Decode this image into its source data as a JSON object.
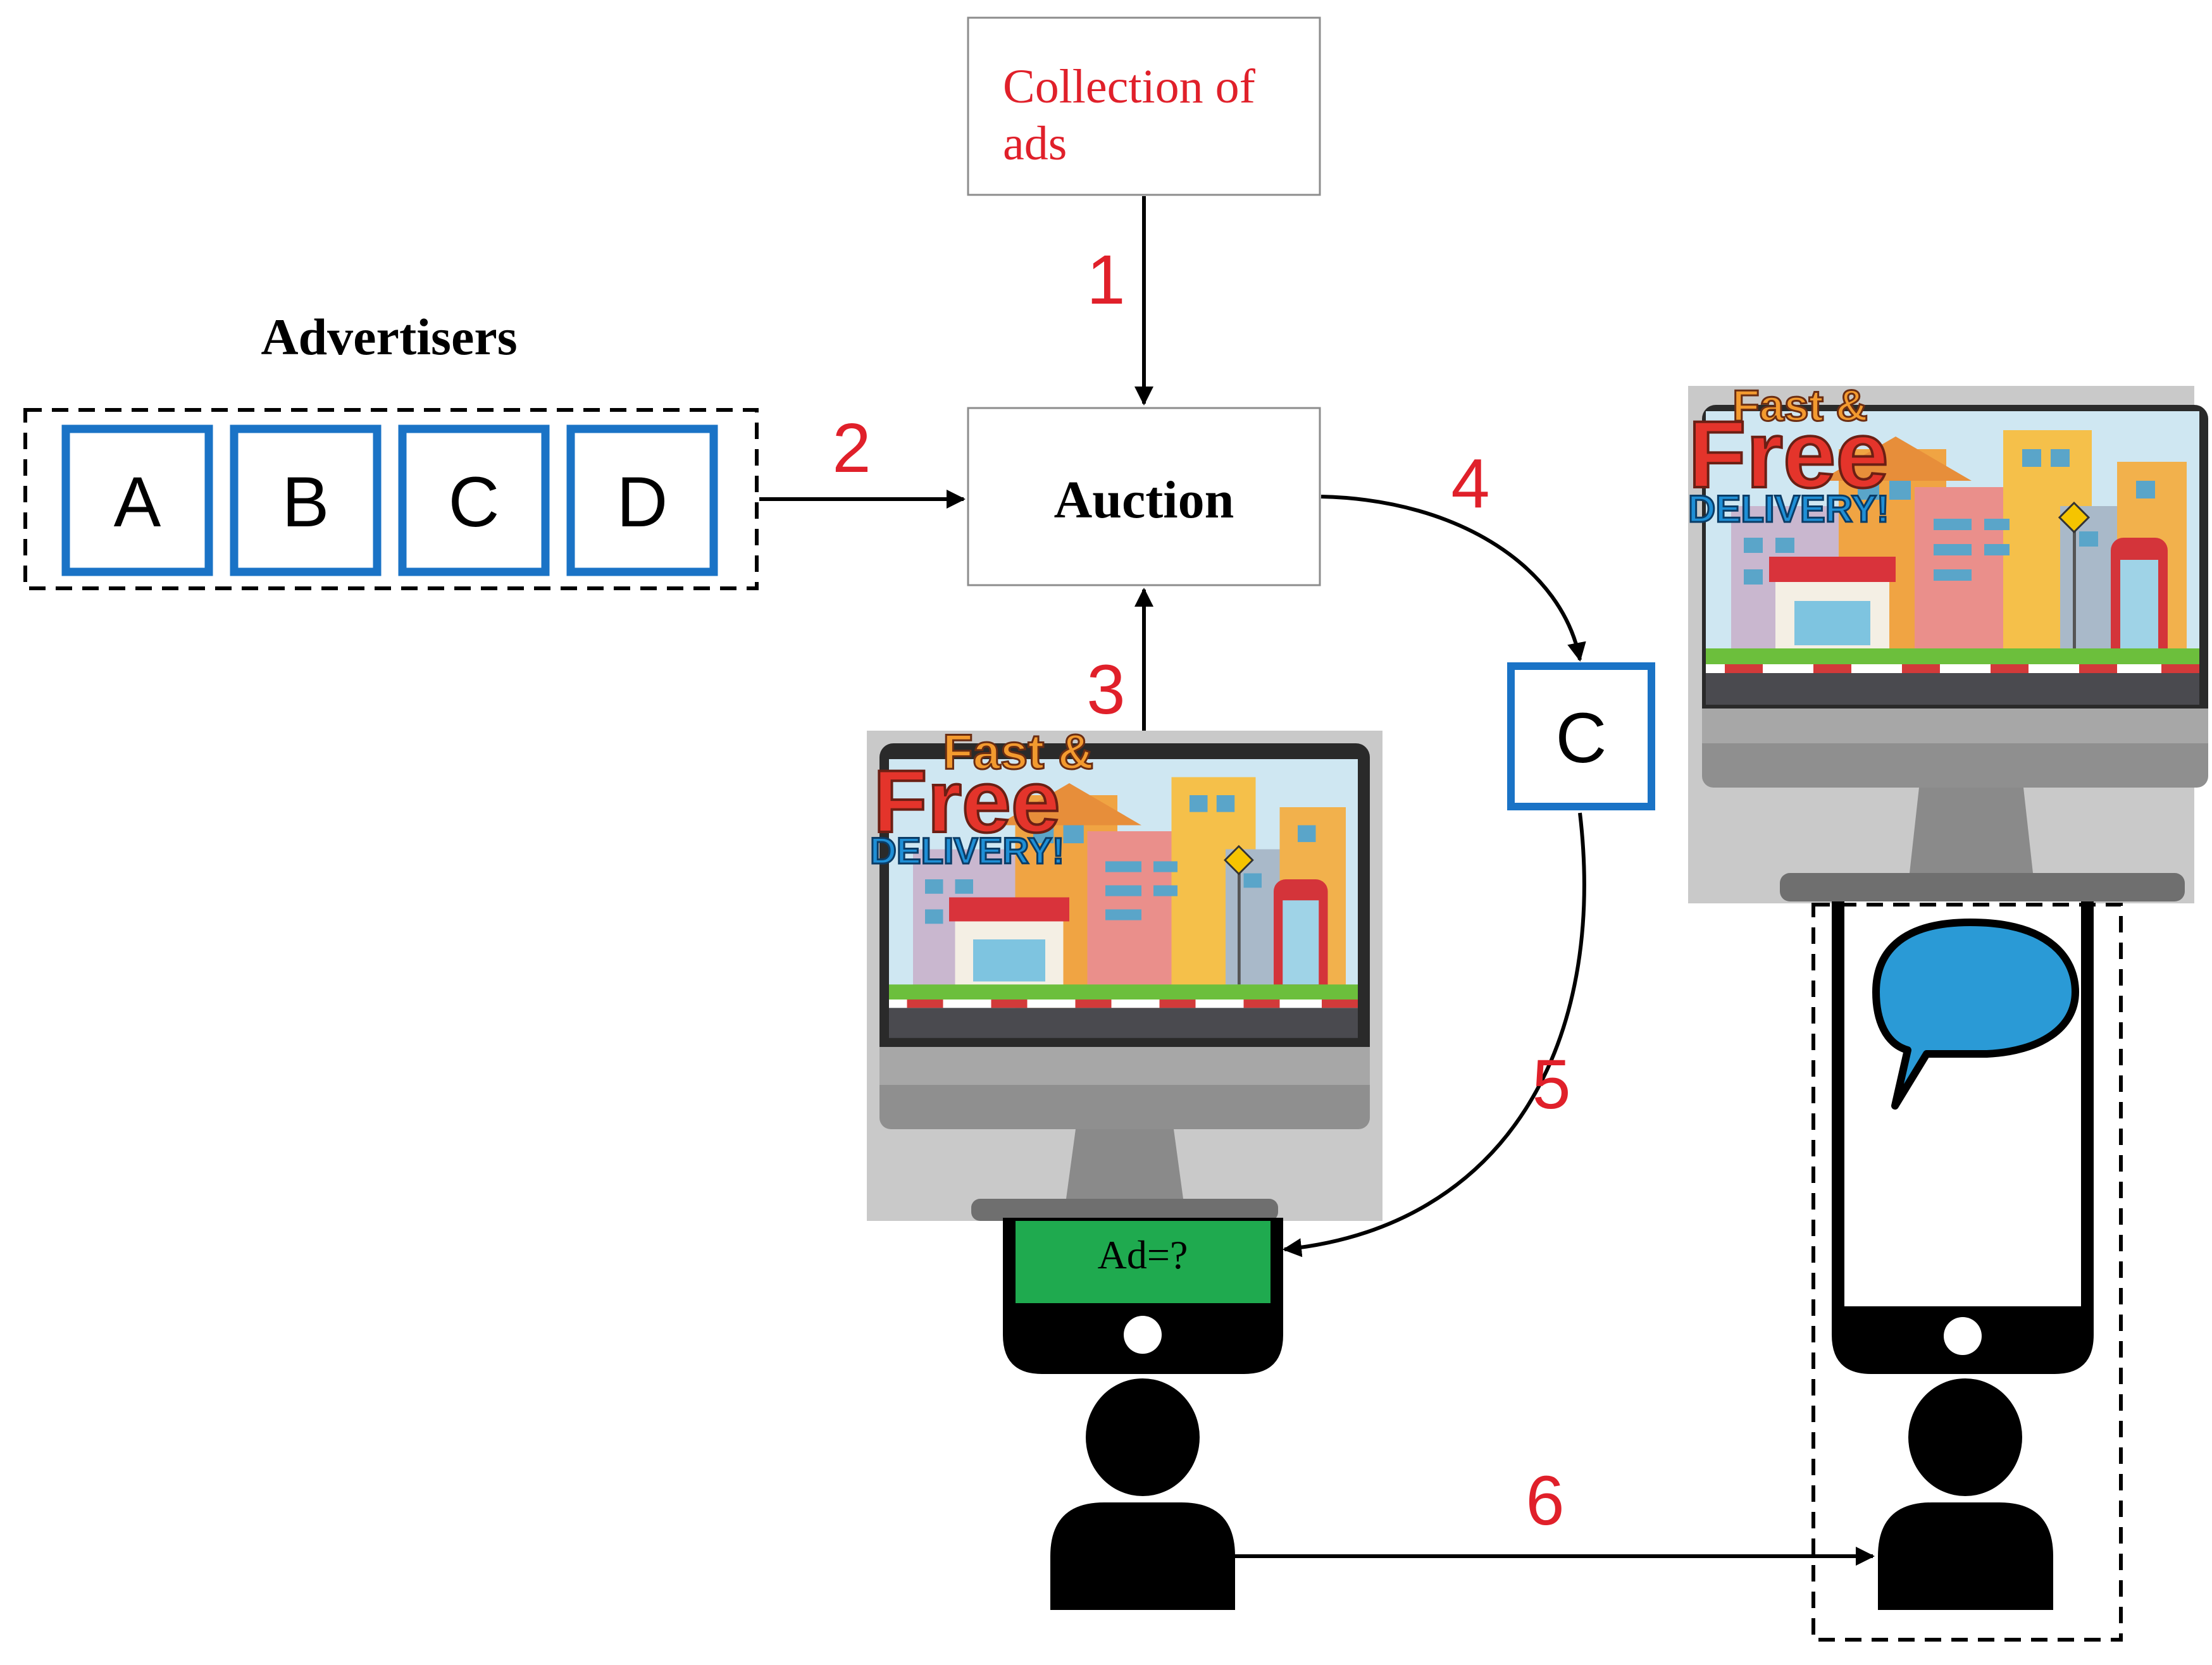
{
  "colors": {
    "step_number": "#e0202a",
    "ads_text": "#e0202a",
    "advertiser_border": "#1a73c6",
    "selected_ad_border": "#1a73c6",
    "phone_screen_green": "#1faa4f",
    "speech_bubble": "#2a9ad6",
    "arrow": "#000000"
  },
  "collection_box": {
    "label_line1": "Collection of",
    "label_line2": "ads"
  },
  "advertisers": {
    "title": "Advertisers",
    "items": [
      {
        "label": "A"
      },
      {
        "label": "B"
      },
      {
        "label": "C"
      },
      {
        "label": "D"
      }
    ]
  },
  "auction_box": {
    "label": "Auction"
  },
  "selected_ad": {
    "label": "C"
  },
  "phone_left": {
    "screen_text": "Ad=?"
  },
  "monitor_ad": {
    "line1": "Fast &",
    "line2": "Free",
    "line3": "DELIVERY!"
  },
  "steps": [
    "1",
    "2",
    "3",
    "4",
    "5",
    "6"
  ],
  "icons": [
    "monitor-icon",
    "smartphone-icon",
    "person-icon",
    "speech-bubble-icon"
  ]
}
